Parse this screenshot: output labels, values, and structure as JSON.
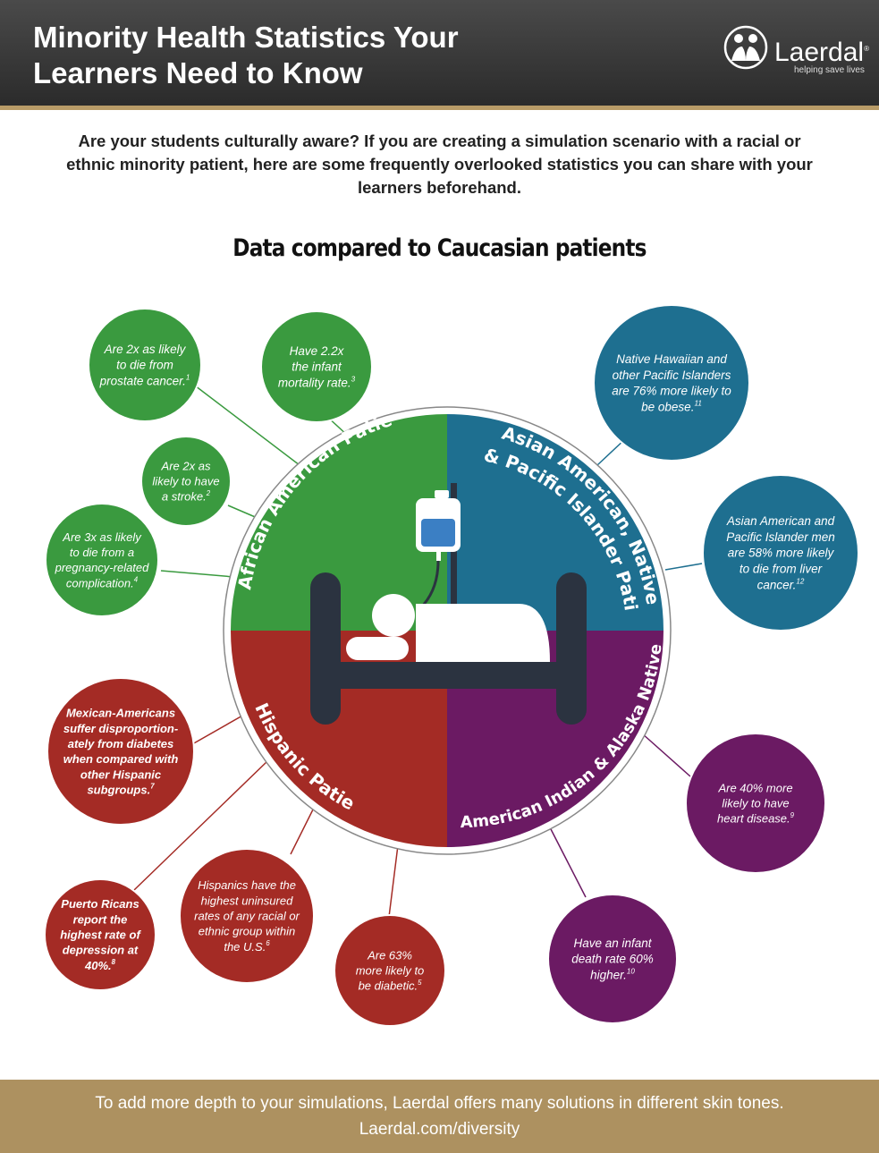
{
  "header": {
    "title_line1": "Minority Health Statistics Your",
    "title_line2": "Learners Need to Know",
    "brand_name": "Laerdal",
    "brand_tagline": "helping save lives",
    "brand_registered": "®"
  },
  "intro": "Are your students culturally aware? If you are creating a simulation scenario with a racial or ethnic minority patient, here are some frequently overlooked statistics you can share with your learners beforehand.",
  "subtitle": "Data compared to Caucasian patients",
  "colors": {
    "african_american": "#3a9a3f",
    "asian_pacific": "#1e6f90",
    "hispanic": "#a42b25",
    "native": "#6b1a63",
    "header_bg": "#333333",
    "gold": "#ad9160",
    "bed": "#2b3340"
  },
  "groups": {
    "african_american": {
      "label": "African American Patients...",
      "facts": [
        {
          "lines": [
            "Are 2x as likely",
            "to die from",
            "prostate cancer."
          ],
          "ref": "1"
        },
        {
          "lines": [
            "Have 2.2x",
            "the infant",
            "mortality rate."
          ],
          "ref": "3"
        },
        {
          "lines": [
            "Are 2x as",
            "likely to have",
            "a stroke."
          ],
          "ref": "2"
        },
        {
          "lines": [
            "Are 3x as likely",
            "to die from a",
            "pregnancy-related",
            "complication."
          ],
          "ref": "4"
        }
      ]
    },
    "asian_pacific": {
      "label_line1": "Asian American, Native Hawaiian,",
      "label_line2": "& Pacific Islander Patients...",
      "facts": [
        {
          "lines": [
            "Native Hawaiian and",
            "other Pacific Islanders",
            "are 76% more likely to",
            "be obese."
          ],
          "ref": "11"
        },
        {
          "lines": [
            "Asian American and",
            "Pacific Islander men",
            "are 58% more likely",
            "to die from liver",
            "cancer."
          ],
          "ref": "12"
        }
      ]
    },
    "hispanic": {
      "label": "Hispanic Patients...",
      "facts": [
        {
          "lines": [
            "Mexican-Americans",
            "suffer dispropor­tion-",
            "ately from diabetes",
            "when compared with",
            "other Hispanic",
            "subgroups."
          ],
          "ref": "7"
        },
        {
          "lines": [
            "Puerto Ricans",
            "report the",
            "highest rate of",
            "depression at",
            "40%."
          ],
          "ref": "8"
        },
        {
          "lines": [
            "Hispanics have the",
            "highest uninsured",
            "rates of any racial or",
            "ethnic group within",
            "the U.S."
          ],
          "ref": "6"
        },
        {
          "lines": [
            "Are 63%",
            "more likely to",
            "be diabetic."
          ],
          "ref": "5"
        }
      ]
    },
    "native": {
      "label": "American Indian & Alaska Native Patients...",
      "facts": [
        {
          "lines": [
            "Are 40% more",
            "likely to have",
            "heart disease."
          ],
          "ref": "9"
        },
        {
          "lines": [
            "Have an infant",
            "death rate 60%",
            "higher."
          ],
          "ref": "10"
        }
      ]
    }
  },
  "footer": {
    "line1": "To add more depth to your simulations, Laerdal offers many solutions in different skin tones.",
    "line2": "Laerdal.com/diversity"
  },
  "icons": [
    "laerdal-logo-icon",
    "iv-bag-icon",
    "hospital-bed-icon",
    "patient-icon"
  ]
}
